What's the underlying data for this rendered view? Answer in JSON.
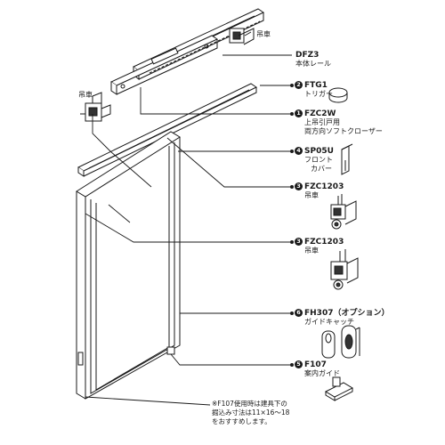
{
  "top_label_right": "吊車",
  "top_label_left": "吊車",
  "parts": [
    {
      "num": "",
      "code": "DFZ3",
      "name": "本体レール"
    },
    {
      "num": "2",
      "code": "FTG1",
      "name": "トリガー"
    },
    {
      "num": "1",
      "code": "FZC2W",
      "name": "上吊引戸用",
      "name2": "両方向ソフトクローザー"
    },
    {
      "num": "4",
      "code": "SP05U",
      "name": "フロント",
      "name2": "カバー"
    },
    {
      "num": "3",
      "code": "FZC1203",
      "name": "吊車"
    },
    {
      "num": "3",
      "code": "FZC1203",
      "name": "吊車"
    },
    {
      "num": "6",
      "code": "FH307（オプション）",
      "name": "ガイドキャッチ"
    },
    {
      "num": "5",
      "code": "F107",
      "name": "案内ガイド"
    }
  ],
  "note": {
    "line1": "※F107使用時は建具下の",
    "line2": "掘込み寸法は11×16～18",
    "line3": "をおすすめします。"
  }
}
